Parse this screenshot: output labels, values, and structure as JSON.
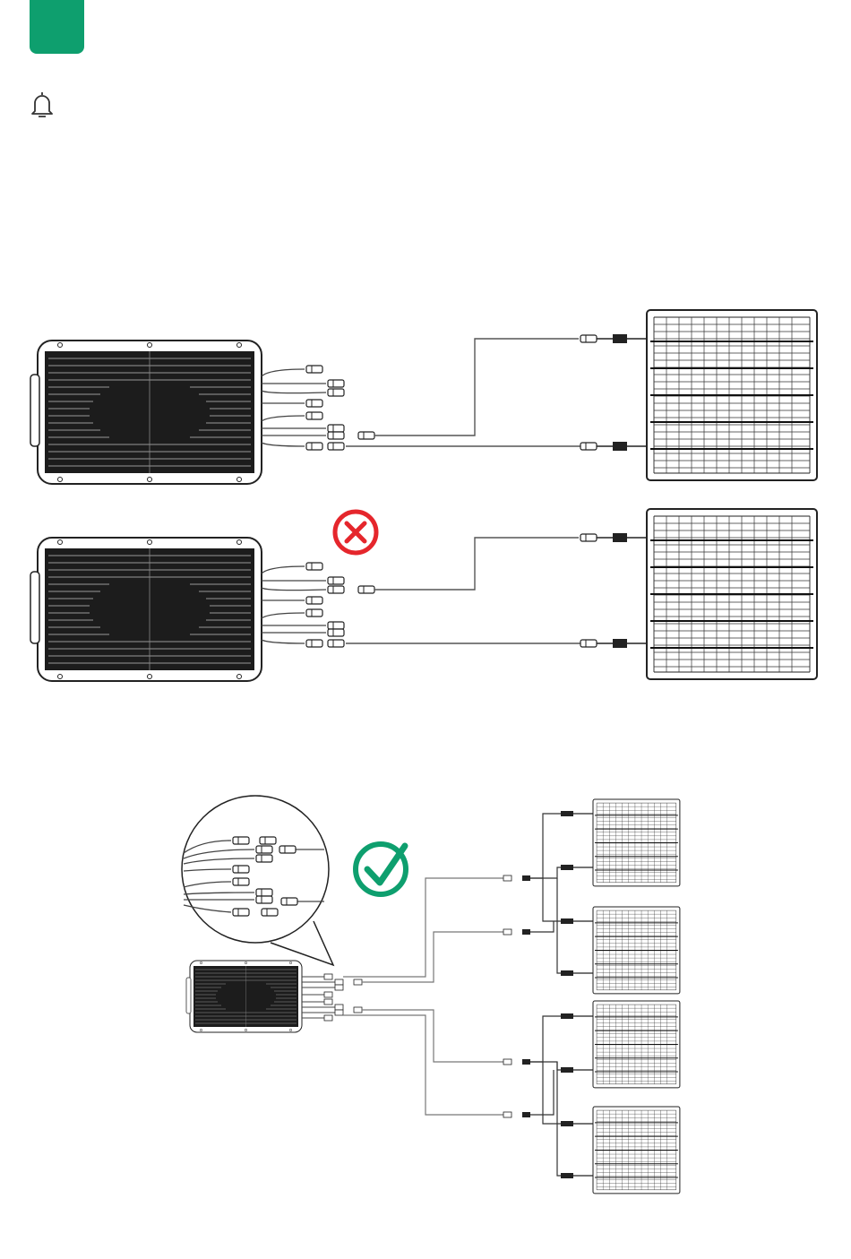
{
  "page": {
    "accent_color": "#0e9f6e",
    "error_color": "#e5262c",
    "icons": [
      "bell-icon",
      "cross-icon",
      "check-icon"
    ]
  },
  "diagrams": [
    {
      "id": "wiring-a",
      "panels": 1
    },
    {
      "id": "wiring-b-incorrect",
      "panels": 1,
      "status": "incorrect"
    },
    {
      "id": "wiring-c-correct",
      "panels": 4,
      "status": "correct"
    }
  ]
}
